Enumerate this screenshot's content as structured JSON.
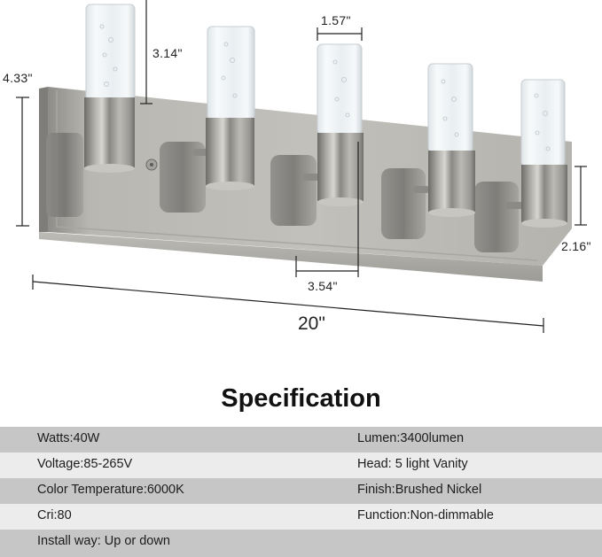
{
  "product_image": {
    "description": "5-light brushed nickel bathroom vanity light with bubble crystal cylinder shades",
    "colors": {
      "nickel_base": "#9c9a95",
      "nickel_light": "#c9c7c2",
      "nickel_dark": "#6f6d69",
      "crystal": "#eef3f6",
      "dimension_line": "#222222"
    },
    "dimensions": {
      "backplate_height": "4.33\"",
      "shade_height": "3.14\"",
      "shade_diameter": "1.57\"",
      "holder_height": "2.16\"",
      "extension": "3.54\"",
      "total_width": "20\""
    },
    "lamp_count": 5
  },
  "specification": {
    "title": "Specification",
    "rows": [
      {
        "left": "Watts:40W",
        "right": "Lumen:3400lumen"
      },
      {
        "left": "Voltage:85-265V",
        "right": "Head: 5 light Vanity"
      },
      {
        "left": "Color Temperature:6000K",
        "right": "Finish:Brushed Nickel"
      },
      {
        "left": "Cri:80",
        "right": "Function:Non-dimmable"
      },
      {
        "left": "Install way: Up or down",
        "right": ""
      }
    ],
    "colors": {
      "row_dark": "#c6c6c6",
      "row_light": "#ececec"
    }
  }
}
